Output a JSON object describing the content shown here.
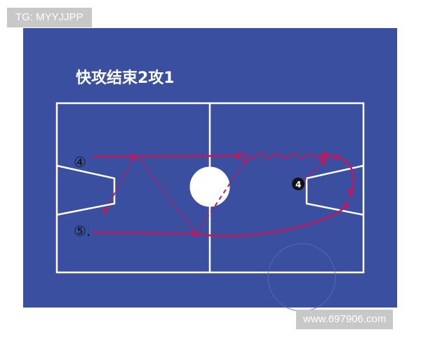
{
  "title": "快攻结束2攻1",
  "watermark_top": "TG: MYYJJPP",
  "watermark_bottom": "www.697906.com",
  "players": {
    "p4_left": "④",
    "p5_left": "⑤.",
    "p4_right": "4"
  },
  "colors": {
    "court_bg": "#3a4fa0",
    "lines": "#ffffff",
    "play": "#c2185b"
  }
}
